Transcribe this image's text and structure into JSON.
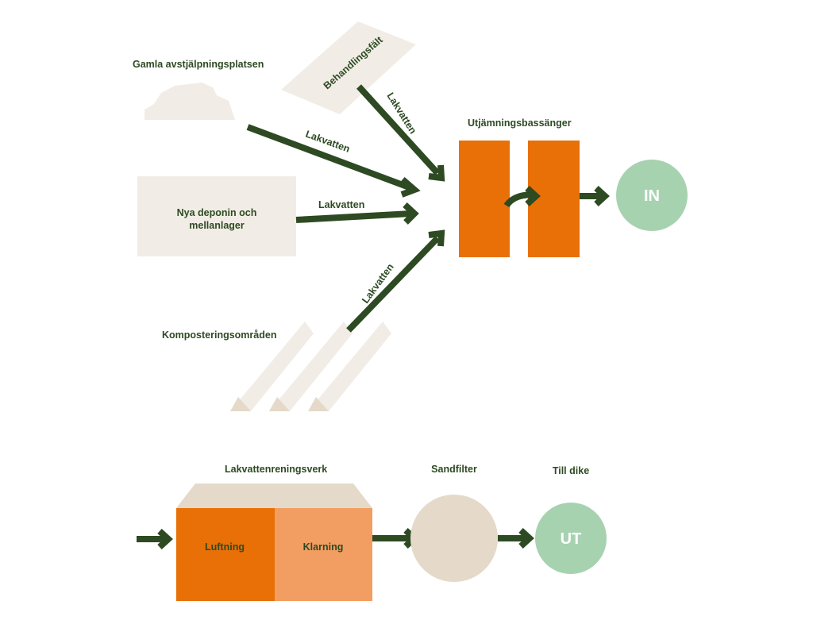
{
  "colors": {
    "arrow": "#2d4a22",
    "beige_light": "#f1ede6",
    "beige_dark": "#e5d9c9",
    "orange": "#e87007",
    "orange_light": "#f29d62",
    "green_circle": "#a7d2b0"
  },
  "sources": {
    "gamla": "Gamla avstjälpningsplatsen",
    "behandling": "Behandlingsfält",
    "nya_line1": "Nya deponin och",
    "nya_line2": "mellanlager",
    "kompost": "Komposteringsområden"
  },
  "flows": {
    "lakvatten_1": "Lakvatten",
    "lakvatten_2": "Lakvatten",
    "lakvatten_3": "Lakvatten",
    "lakvatten_4": "Lakvatten"
  },
  "basins": {
    "title": "Utjämningsbassänger"
  },
  "in_label": "IN",
  "plant": {
    "title": "Lakvattenreningsverk",
    "luftning": "Luftning",
    "klarning": "Klarning"
  },
  "sandfilter": "Sandfilter",
  "dike": "Till dike",
  "out_label": "UT"
}
